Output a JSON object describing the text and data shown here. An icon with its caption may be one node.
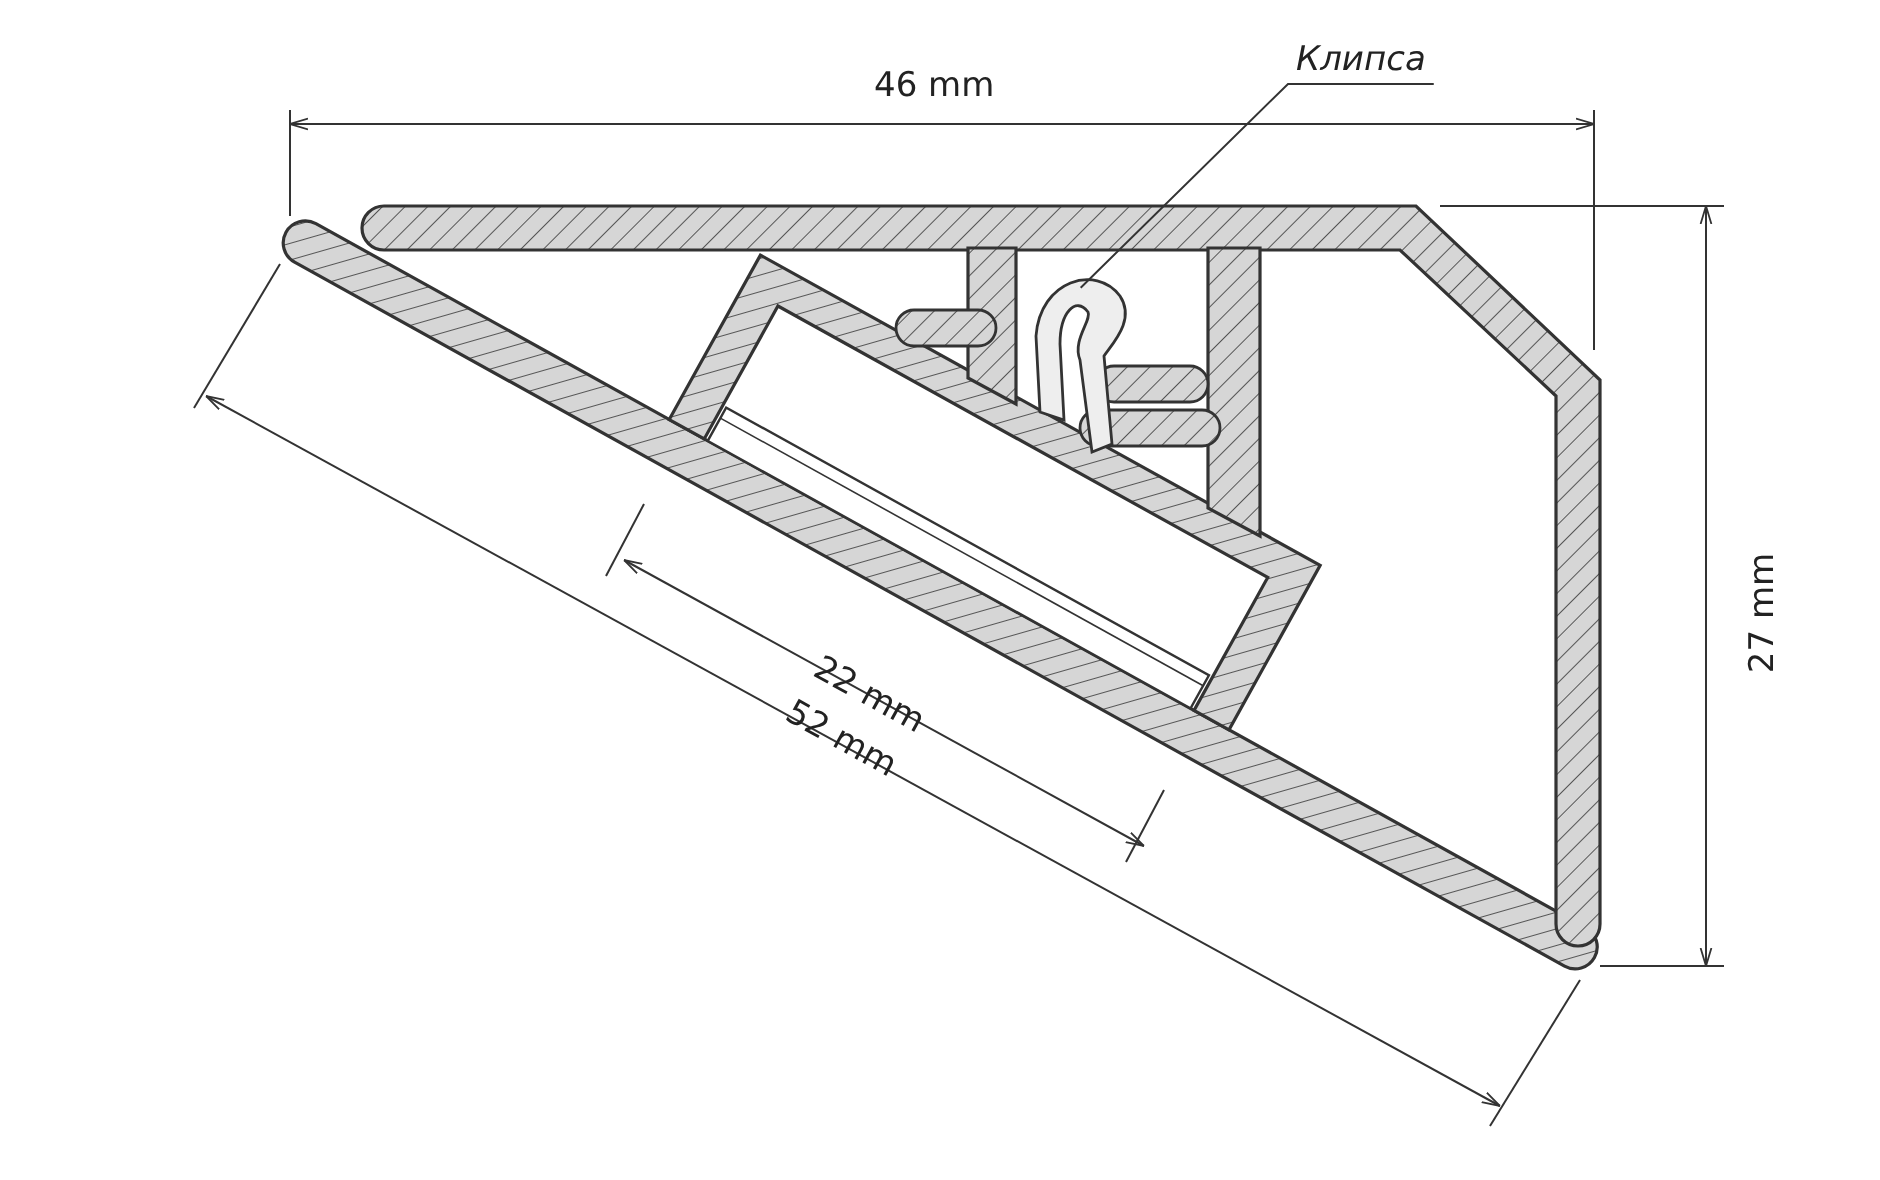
{
  "diagram": {
    "nodes": [
      {
        "text": [
          "Клипса"
        ]
      },
      {
        "text": [],
        "shape": "picture"
      }
    ],
    "edges": [
      {
        "from": 0,
        "to": 1,
        "arrow": "none"
      }
    ],
    "labels": [
      "46 mm",
      "27 mm",
      "22 mm",
      "52 mm"
    ]
  }
}
